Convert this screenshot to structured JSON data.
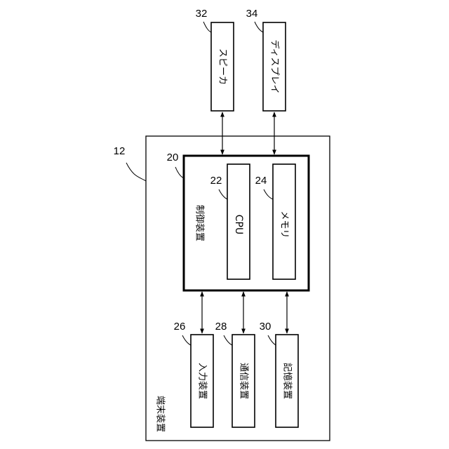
{
  "terminal": {
    "ref": "12",
    "label": "端末装置"
  },
  "controller": {
    "ref": "20",
    "label": "制御装置"
  },
  "cpu": {
    "ref": "22",
    "label": "CPU"
  },
  "memory": {
    "ref": "24",
    "label": "メモリ"
  },
  "input": {
    "ref": "26",
    "label": "入力装置"
  },
  "comm": {
    "ref": "28",
    "label": "通信装置"
  },
  "storage": {
    "ref": "30",
    "label": "記憶装置"
  },
  "speaker": {
    "ref": "32",
    "label": "スピーカ"
  },
  "display": {
    "ref": "34",
    "label": "ディスプレイ"
  }
}
